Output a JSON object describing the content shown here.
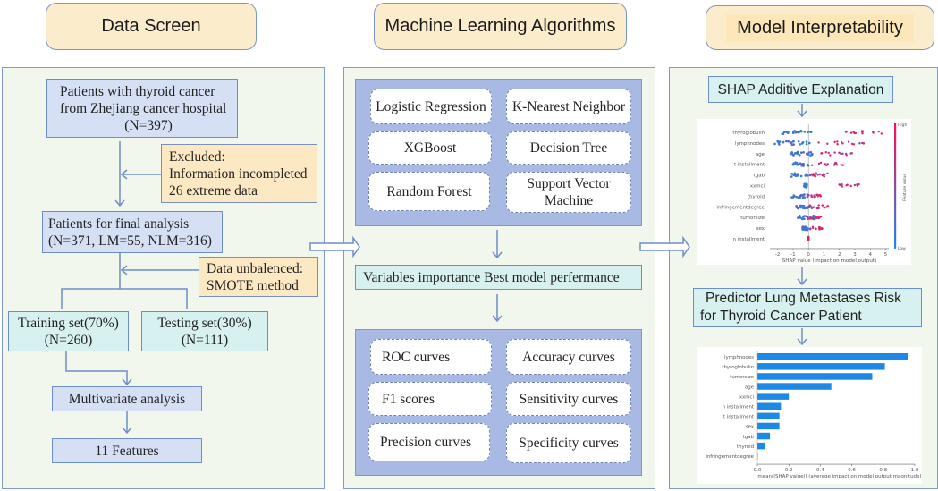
{
  "headers": {
    "data_screen": "Data Screen",
    "ml_algorithms": "Machine Learning Algorithms",
    "interpretability": "Model Interpretability"
  },
  "data_screen": {
    "patients_box": [
      "Patients with thyroid cancer",
      "from Zhejiang cancer hospital",
      "(N=397)"
    ],
    "excluded_box": [
      "Excluded:",
      "Information incompleted",
      "26 extreme data"
    ],
    "final_box": [
      "Patients for final analysis",
      "(N=371, LM=55, NLM=316)"
    ],
    "smote_box": [
      "Data unbalenced:",
      "SMOTE method"
    ],
    "training_box": [
      "Training set(70%)",
      "(N=260)"
    ],
    "testing_box": [
      "Testing set(30%)",
      "(N=111)"
    ],
    "multivariate_box": "Multivariate analysis",
    "features_box": "11 Features"
  },
  "ml": {
    "algorithms": [
      "Logistic Regression",
      "K-Nearest Neighbor",
      "XGBoost",
      "Decision Tree",
      "Random Forest",
      "Support Vector Machine"
    ],
    "variables_box": "Variables importance Best model perfermance",
    "metrics": [
      "ROC curves",
      "Accuracy curves",
      "F1 scores",
      "Sensitivity curves",
      "Precision curves",
      "Specificity curves"
    ]
  },
  "interp": {
    "shap_box": "SHAP Additive Explanation",
    "predictor_box": [
      "Predictor Lung Metastases Risk",
      "for Thyroid Cancer Patient"
    ]
  },
  "chart_data": [
    {
      "type": "scatter",
      "title": "",
      "xlabel": "SHAP value (impact on model output)",
      "ylabel": "",
      "xlim": [
        -2.5,
        5.2
      ],
      "xticks": [
        -2,
        -1,
        0,
        1,
        2,
        3,
        4,
        5
      ],
      "colorbar": {
        "label": "Feature value",
        "high": "High",
        "low": "Low",
        "low_color": "#1e88e5",
        "high_color": "#ff0d57"
      },
      "features": [
        {
          "name": "thyroglobulin",
          "low_range": [
            -1.8,
            0.2
          ],
          "high_range": [
            2.4,
            4.8
          ]
        },
        {
          "name": "lymphnodes",
          "low_range": [
            -2.2,
            0.3
          ],
          "high_range": [
            0.5,
            3.6
          ]
        },
        {
          "name": "age",
          "low_range": [
            -1.2,
            0.3
          ],
          "high_range": [
            0.5,
            3.1
          ]
        },
        {
          "name": "t installment",
          "low_range": [
            -1.0,
            0.0
          ],
          "high_range": [
            0.2,
            2.3
          ]
        },
        {
          "name": "tgab",
          "low_range": [
            -1.1,
            0.5
          ],
          "high_range": [
            0.0,
            1.3
          ]
        },
        {
          "name": "xxmci",
          "low_range": [
            -0.3,
            -0.1
          ],
          "high_range": [
            2.0,
            3.3
          ]
        },
        {
          "name": "thyroid",
          "low_range": [
            -1.1,
            0.0
          ],
          "high_range": [
            0.0,
            0.8
          ]
        },
        {
          "name": "infringementdegree",
          "low_range": [
            -0.8,
            0.3
          ],
          "high_range": [
            0.0,
            1.3
          ]
        },
        {
          "name": "tumorsize",
          "low_range": [
            -0.7,
            0.5
          ],
          "high_range": [
            -0.2,
            0.9
          ]
        },
        {
          "name": "sex",
          "low_range": [
            -0.4,
            0.0
          ],
          "high_range": [
            0.1,
            0.9
          ]
        },
        {
          "name": "n installment",
          "low_range": [
            0.0,
            0.0
          ],
          "high_range": [
            0.0,
            0.0
          ]
        }
      ]
    },
    {
      "type": "bar",
      "orientation": "horizontal",
      "title": "",
      "xlabel": "mean(|SHAP value|) (average impact on model output magnitude)",
      "ylabel": "",
      "xlim": [
        0,
        1.0
      ],
      "xticks": [
        0.0,
        0.2,
        0.4,
        0.6,
        0.8,
        1.0
      ],
      "categories": [
        "lymphnodes",
        "thyroglobulin",
        "tumorsize",
        "age",
        "xxmci",
        "n installment",
        "t installment",
        "sex",
        "tgab",
        "thyroid",
        "infringementdegree"
      ],
      "values": [
        0.96,
        0.81,
        0.73,
        0.47,
        0.2,
        0.15,
        0.14,
        0.14,
        0.08,
        0.05,
        0.0
      ],
      "color": "#1e88e5"
    }
  ]
}
